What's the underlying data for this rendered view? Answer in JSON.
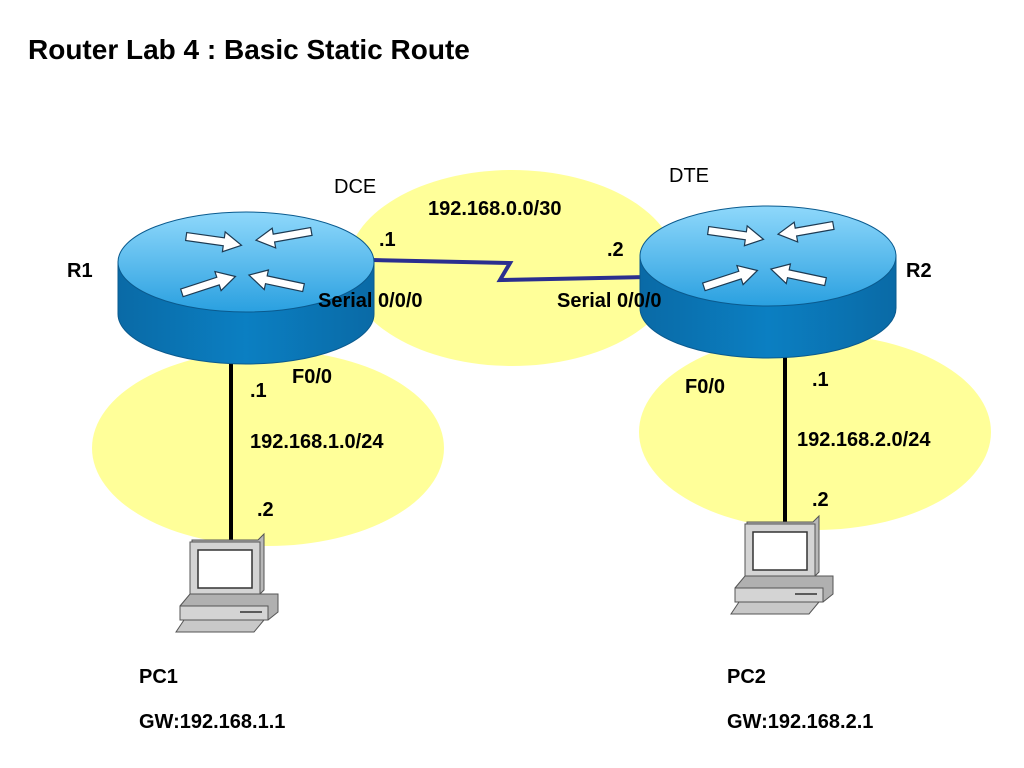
{
  "title": "Router Lab 4 : Basic Static Route",
  "routers": [
    {
      "name": "R1",
      "role": "DCE",
      "serial_interface": "Serial 0/0/0",
      "serial_host": ".1",
      "lan_interface": "F0/0",
      "lan_host": ".1"
    },
    {
      "name": "R2",
      "role": "DTE",
      "serial_interface": "Serial 0/0/0",
      "serial_host": ".2",
      "lan_interface": "F0/0",
      "lan_host": ".1"
    }
  ],
  "wan": {
    "network": "192.168.0.0/30"
  },
  "lans": [
    {
      "network": "192.168.1.0/24",
      "pc_host": ".2"
    },
    {
      "network": "192.168.2.0/24",
      "pc_host": ".2"
    }
  ],
  "pcs": [
    {
      "name": "PC1",
      "gateway": "GW:192.168.1.1"
    },
    {
      "name": "PC2",
      "gateway": "GW:192.168.2.1"
    }
  ],
  "colors": {
    "network_ellipse": "#ffff99",
    "router_top": "#3aaee8",
    "router_body": "#0a74b4",
    "serial_link": "#2b2f8f"
  },
  "icons": {
    "router": "router-icon",
    "pc": "desktop-computer-icon"
  }
}
